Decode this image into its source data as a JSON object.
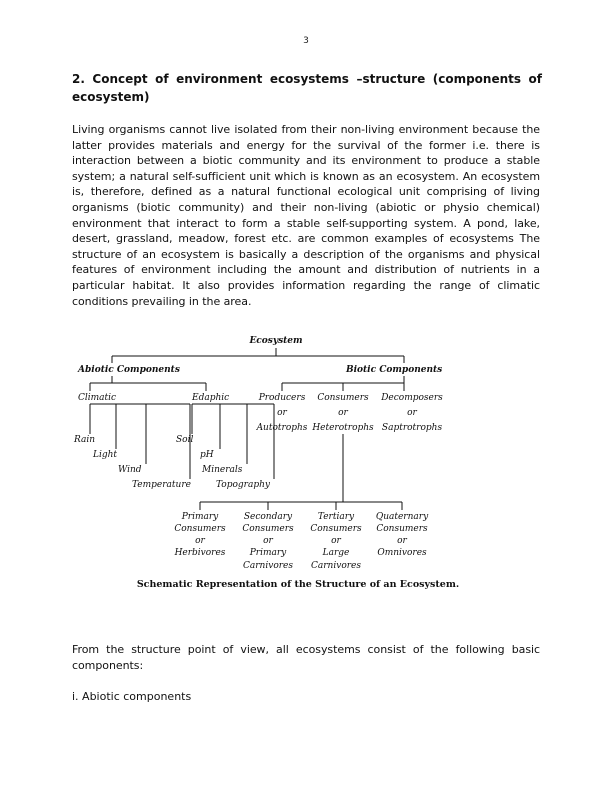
{
  "page_number": "3",
  "heading": "2. Concept of environment ecosystems –structure (components of ecosystem)",
  "intro_paragraph": "Living organisms cannot live isolated from their non-living environment because the latter provides materials and energy for the survival of the former i.e. there is interaction between a biotic community and its environment to produce a stable system; a natural self-sufficient unit which is known as an ecosystem. An ecosystem is, therefore, defined as a natural functional ecological unit comprising of living organisms (biotic community) and their non-living (abiotic or physio chemical) environment that interact to form a stable self-supporting system. A pond, lake, desert, grassland, meadow, forest etc. are common examples of ecosystems The structure of an ecosystem is basically a description of the organisms and physical features of environment including the amount and distribution of nutrients in a particular habitat. It also provides information regarding the range of climatic conditions prevailing in the area.",
  "diagram": {
    "root": "Ecosystem",
    "abiotic": "Abiotic Components",
    "biotic": "Biotic Components",
    "climatic": "Climatic",
    "edaphic": "Edaphic",
    "climatic_items": [
      "Rain",
      "Light",
      "Wind",
      "Temperature"
    ],
    "edaphic_items": [
      "Soil",
      "pH",
      "Minerals",
      "Topography"
    ],
    "producers": [
      "Producers",
      "or",
      "Autotrophs"
    ],
    "consumers": [
      "Consumers",
      "or",
      "Heterotrophs"
    ],
    "decomposers": [
      "Decomposers",
      "or",
      "Saptrotrophs"
    ],
    "consumer_levels": [
      [
        "Primary",
        "Consumers",
        "or",
        "Herbivores"
      ],
      [
        "Secondary",
        "Consumers",
        "or",
        "Primary",
        "Carnivores"
      ],
      [
        "Tertiary",
        "Consumers",
        "or",
        "Large",
        "Carnivores"
      ],
      [
        "Quaternary",
        "Consumers",
        "or",
        "Omnivores"
      ]
    ],
    "caption": "Schematic Representation of the Structure of an Ecosystem."
  },
  "structure_paragraph": "From the structure point of view, all ecosystems consist of the following basic components:",
  "abiotic_item": "i. Abiotic components"
}
